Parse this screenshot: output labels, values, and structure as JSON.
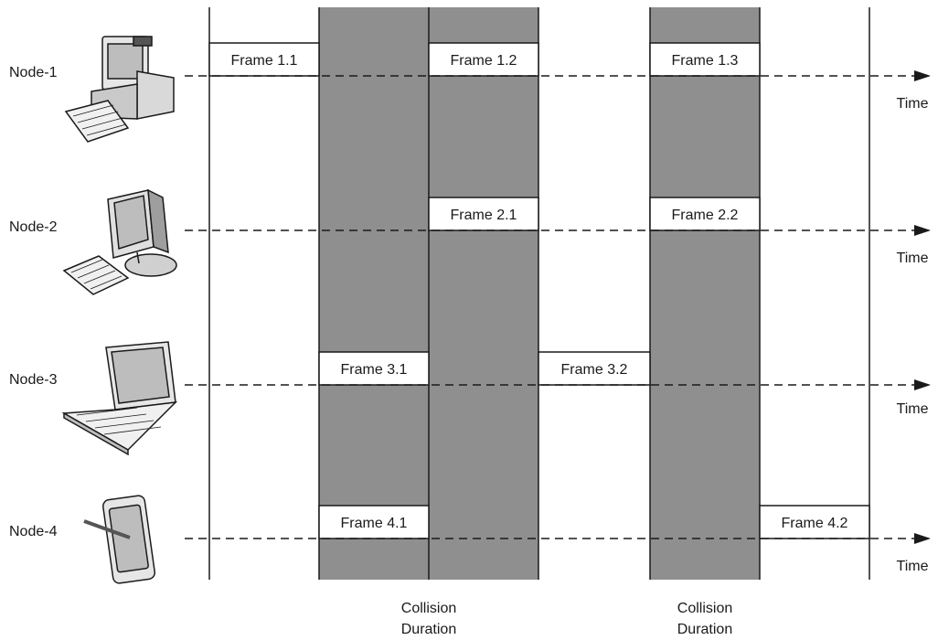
{
  "nodes": [
    {
      "label": "Node-1",
      "device": "desktop-computer-icon",
      "time_label": "Time"
    },
    {
      "label": "Node-2",
      "device": "monitor-keyboard-icon",
      "time_label": "Time"
    },
    {
      "label": "Node-3",
      "device": "laptop-icon",
      "time_label": "Time"
    },
    {
      "label": "Node-4",
      "device": "tablet-with-stylus-icon",
      "time_label": "Time"
    }
  ],
  "frames": [
    {
      "label": "Frame 1.1",
      "node": 1
    },
    {
      "label": "Frame 1.2",
      "node": 1
    },
    {
      "label": "Frame 1.3",
      "node": 1
    },
    {
      "label": "Frame 2.1",
      "node": 2
    },
    {
      "label": "Frame 2.2",
      "node": 2
    },
    {
      "label": "Frame 3.1",
      "node": 3
    },
    {
      "label": "Frame 3.2",
      "node": 3
    },
    {
      "label": "Frame 4.1",
      "node": 4
    },
    {
      "label": "Frame 4.2",
      "node": 4
    }
  ],
  "collisions": [
    {
      "line1": "Collision",
      "line2": "Duration"
    },
    {
      "line1": "Collision",
      "line2": "Duration"
    }
  ],
  "colors": {
    "collision_fill": "#8f8f8f",
    "lines": "#1a1a1a",
    "background": "#ffffff"
  }
}
